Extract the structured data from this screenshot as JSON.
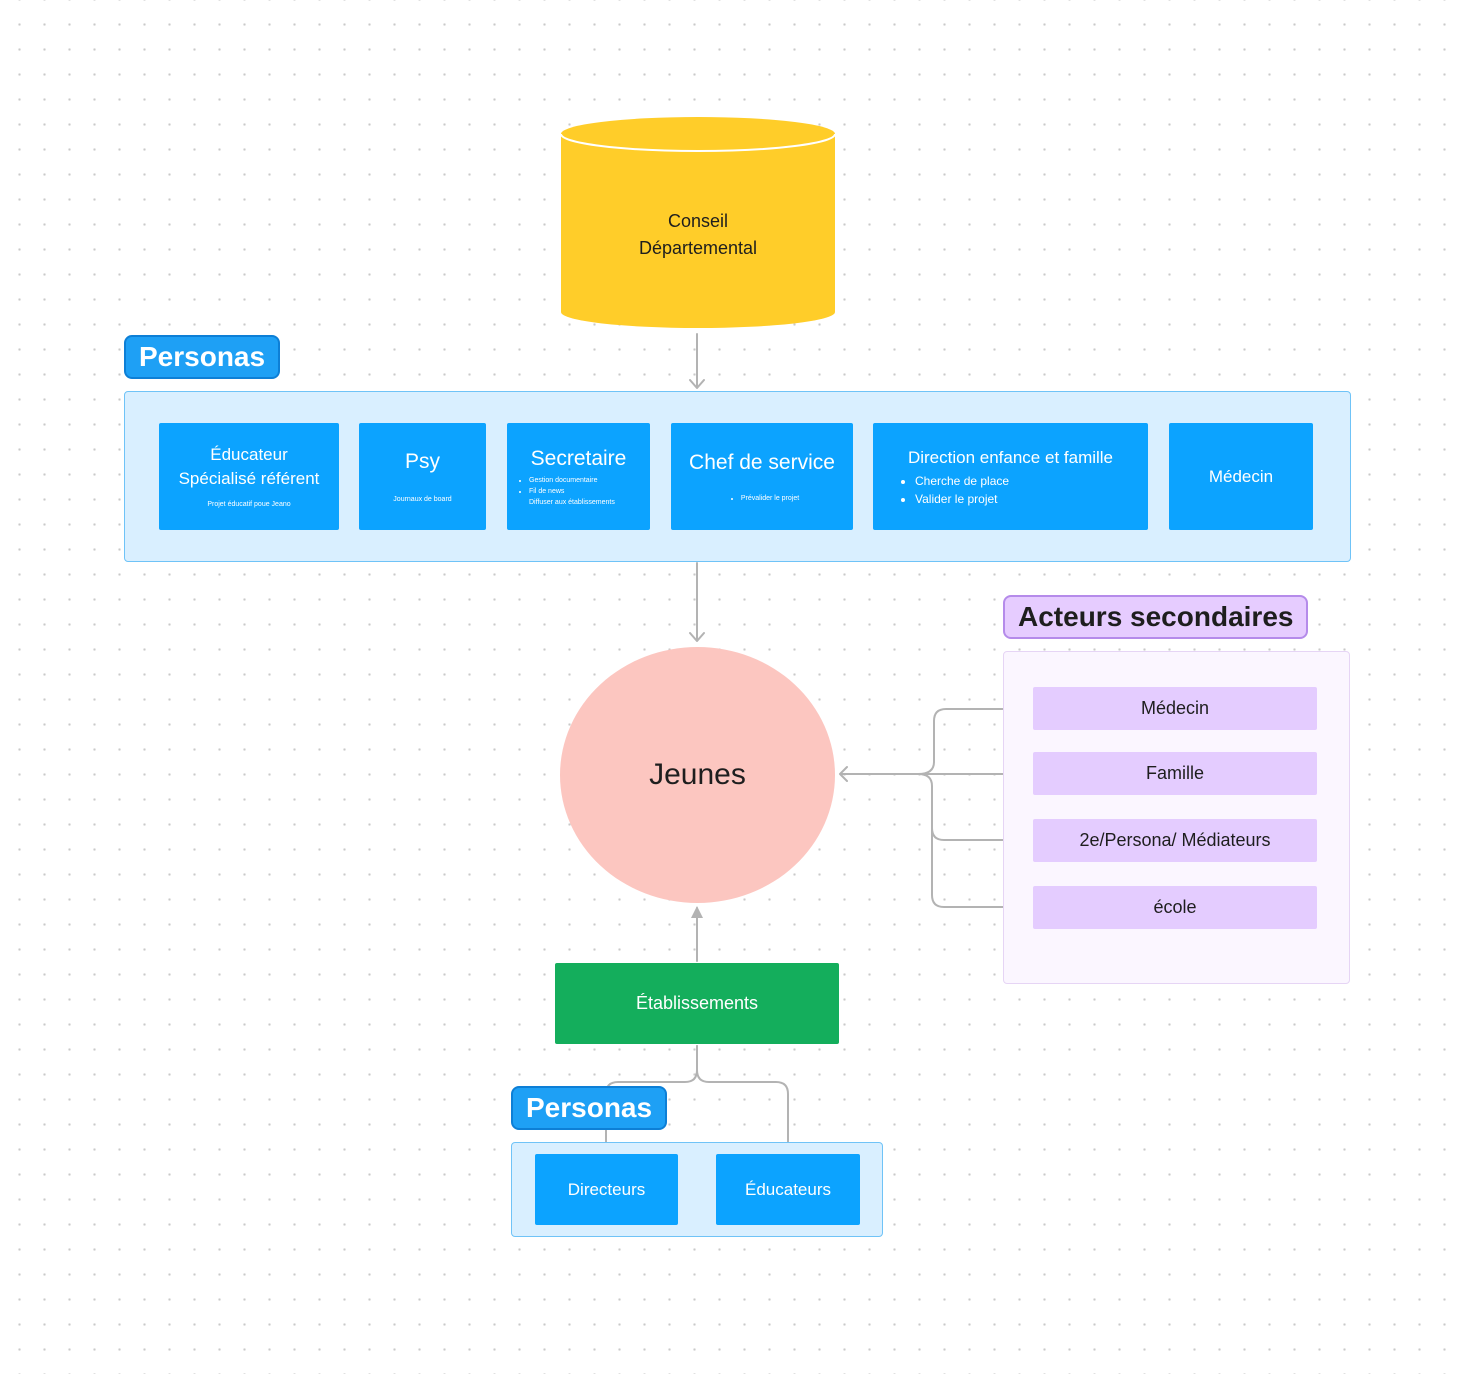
{
  "conseil": {
    "label": "Conseil\nDépartemental",
    "color": "#ffcd29"
  },
  "personas_top": {
    "tag": "Personas",
    "cards": [
      {
        "title": "Éducateur\nSpécialisé référent",
        "note": "Projet éducatif poue Jeano"
      },
      {
        "title": "Psy",
        "note": "Journaux de board"
      },
      {
        "title": "Secretaire",
        "items": [
          "Gestion documentaire",
          "Fil de news",
          "Diffuser aux établissements"
        ]
      },
      {
        "title": "Chef de service",
        "items": [
          "Prévalider le projet"
        ]
      },
      {
        "title": "Direction enfance et famille",
        "items": [
          "Cherche de place",
          "Valider le projet"
        ]
      },
      {
        "title": "Médecin"
      }
    ]
  },
  "jeunes": {
    "label": "Jeunes",
    "color": "#fcc6c0"
  },
  "acteurs_secondaires": {
    "tag": "Acteurs secondaires",
    "items": [
      "Médecin",
      "Famille",
      "2e/Persona/ Médiateurs",
      "école"
    ]
  },
  "etablissements": {
    "label": "Établissements",
    "color": "#14ae5c"
  },
  "personas_bottom": {
    "tag": "Personas",
    "cards": [
      "Directeurs",
      "Éducateurs"
    ]
  }
}
